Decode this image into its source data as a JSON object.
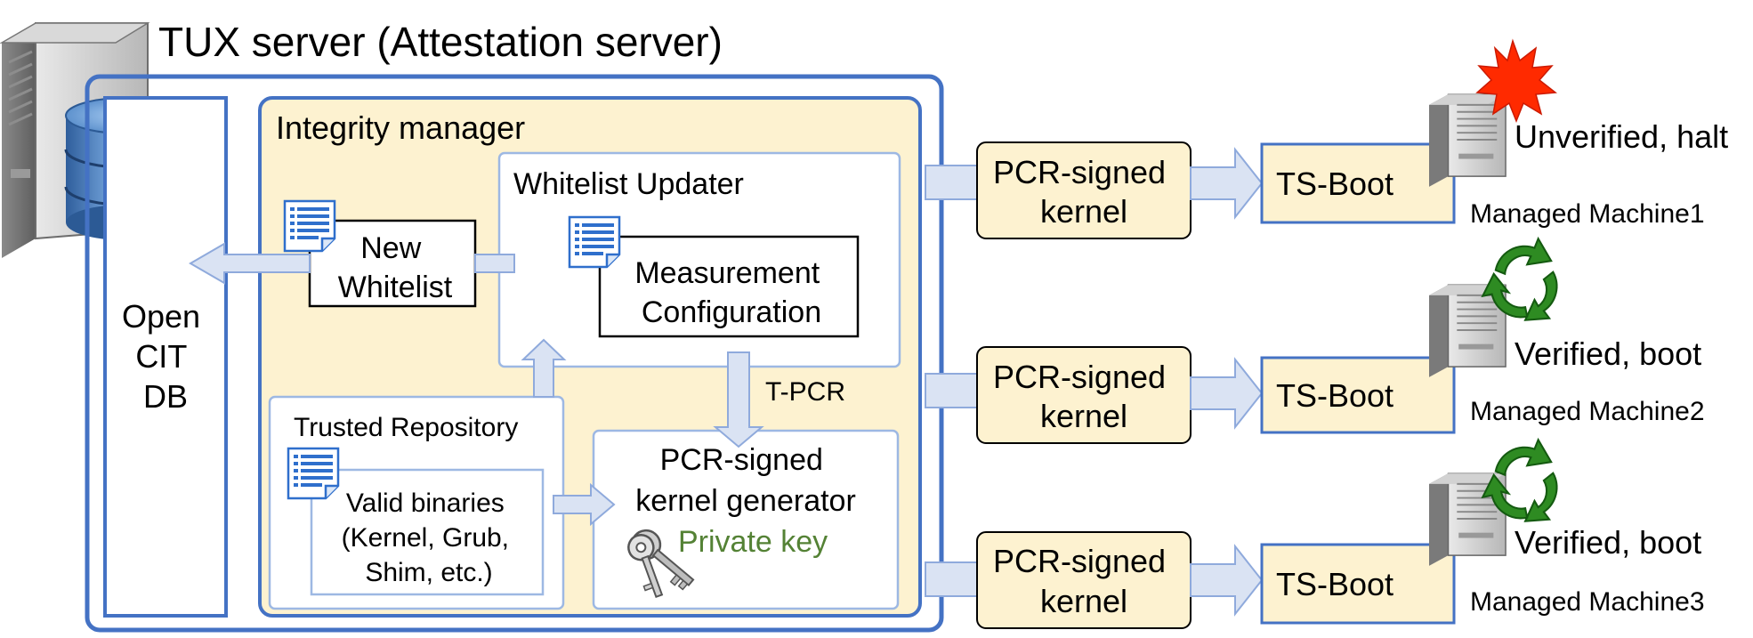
{
  "server": {
    "title": "TUX server (Attestation server)",
    "db_lines": [
      "Open",
      "CIT",
      "DB"
    ]
  },
  "integrity_manager": {
    "label": "Integrity manager",
    "new_whitelist_lines": [
      "New",
      "Whitelist"
    ],
    "whitelist_updater": {
      "label": "Whitelist Updater",
      "measurement_config_lines": [
        "Measurement",
        "Configuration"
      ]
    },
    "tpcr_label": "T-PCR",
    "trusted_repository": {
      "label": "Trusted Repository",
      "valid_binaries_lines": [
        "Valid binaries",
        "(Kernel, Grub,",
        "Shim, etc.)"
      ]
    },
    "generator": {
      "label_lines": [
        "PCR-signed",
        "kernel generator"
      ],
      "private_key": "Private key"
    }
  },
  "machines": [
    {
      "kernel_lines": [
        "PCR-signed",
        "kernel"
      ],
      "tsboot": "TS-Boot",
      "status": "Unverified, halt",
      "name": "Managed Machine1",
      "status_icon": "starburst-icon"
    },
    {
      "kernel_lines": [
        "PCR-signed",
        "kernel"
      ],
      "tsboot": "TS-Boot",
      "status": "Verified, boot",
      "name": "Managed Machine2",
      "status_icon": "recycle-arrows-icon"
    },
    {
      "kernel_lines": [
        "PCR-signed",
        "kernel"
      ],
      "tsboot": "TS-Boot",
      "status": "Verified, boot",
      "name": "Managed Machine3",
      "status_icon": "recycle-arrows-icon"
    }
  ],
  "colors": {
    "frame_blue": "#4472C4",
    "panel_fill": "#FDF2D0",
    "arrow_fill": "#DAE3F3",
    "arrow_stroke": "#8FAADC",
    "inner_border": "#9DB8E3",
    "red_burst": "#FF2A00",
    "green_arrows": "#2E8B22",
    "key_text": "#548235"
  }
}
